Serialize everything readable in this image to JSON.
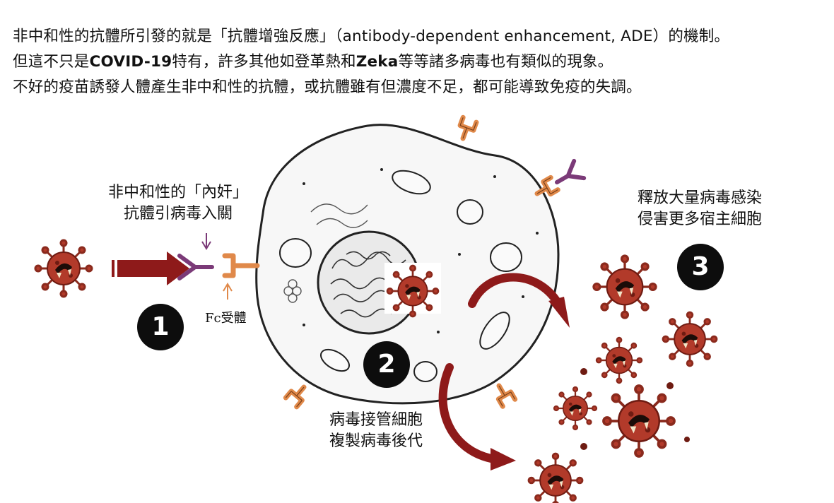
{
  "intro": {
    "line1": "非中和性的抗體所引發的就是「抗體增強反應」（antibody-dependent enhancement, ADE）的機制。",
    "line2_a": "但這不只是",
    "line2_b": "COVID-19",
    "line2_c": "特有，許多其他如登革熱和",
    "line2_d": "Zeka",
    "line2_e": "等等諸多病毒也有類似的現象。",
    "line3": "不好的疫苗誘發人體產生非中和性的抗體，或抗體雖有但濃度不足，都可能導致免疫的失調。"
  },
  "labels": {
    "antibody_line1": "非中和性的「內奸」",
    "antibody_line2": "抗體引病毒入關",
    "fc_receptor": "Fc受體",
    "takeover_line1": "病毒接管細胞",
    "takeover_line2": "複製病毒後代",
    "release_line1": "釋放大量病毒感染",
    "release_line2": "侵害更多宿主細胞"
  },
  "steps": [
    "1",
    "2",
    "3"
  ],
  "colors": {
    "virus": "#b23a2a",
    "virus_dark": "#6e1b12",
    "arrow": "#8e1a1a",
    "antibody": "#7b3a78",
    "receptor": "#e0894a",
    "cell_outline": "#222222"
  },
  "icons": [
    "virus-icon",
    "antibody-icon",
    "fc-receptor-icon",
    "curved-arrow-icon",
    "input-arrow-icon"
  ]
}
